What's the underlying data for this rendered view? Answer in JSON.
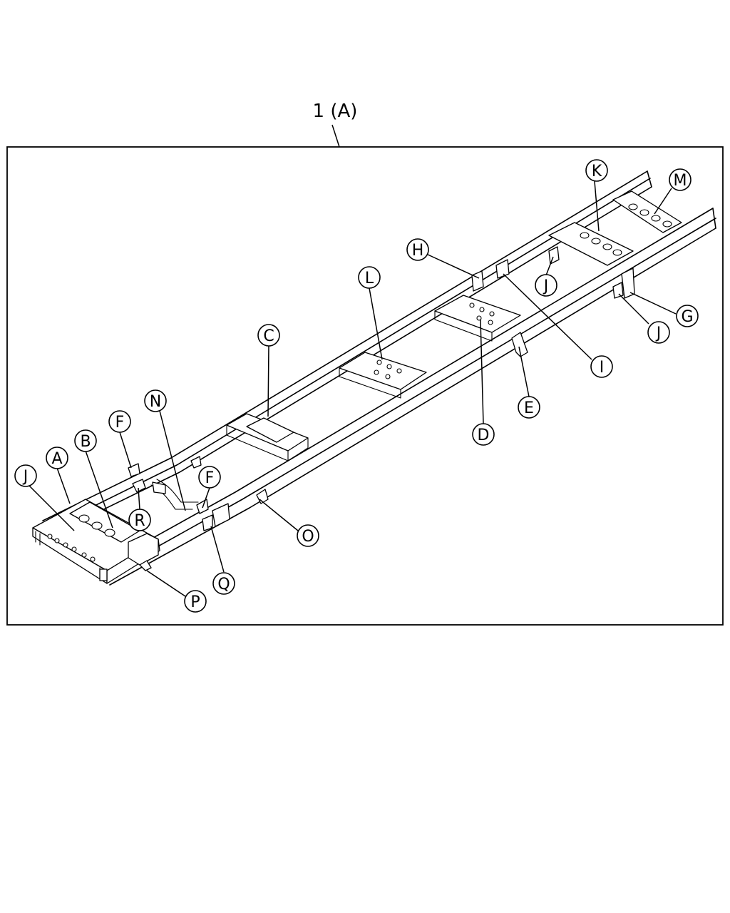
{
  "title": "1 (A)",
  "callouts": [
    {
      "key": "A",
      "label": "A"
    },
    {
      "key": "B",
      "label": "B"
    },
    {
      "key": "C",
      "label": "C"
    },
    {
      "key": "D",
      "label": "D"
    },
    {
      "key": "E",
      "label": "E"
    },
    {
      "key": "F1",
      "label": "F"
    },
    {
      "key": "F2",
      "label": "F"
    },
    {
      "key": "G",
      "label": "G"
    },
    {
      "key": "H",
      "label": "H"
    },
    {
      "key": "I",
      "label": "I"
    },
    {
      "key": "J1",
      "label": "J"
    },
    {
      "key": "J2",
      "label": "J"
    },
    {
      "key": "J3",
      "label": "J"
    },
    {
      "key": "K",
      "label": "K"
    },
    {
      "key": "L",
      "label": "L"
    },
    {
      "key": "M",
      "label": "M"
    },
    {
      "key": "N",
      "label": "N"
    },
    {
      "key": "O",
      "label": "O"
    },
    {
      "key": "P",
      "label": "P"
    },
    {
      "key": "Q",
      "label": "Q"
    },
    {
      "key": "R",
      "label": "R"
    }
  ]
}
